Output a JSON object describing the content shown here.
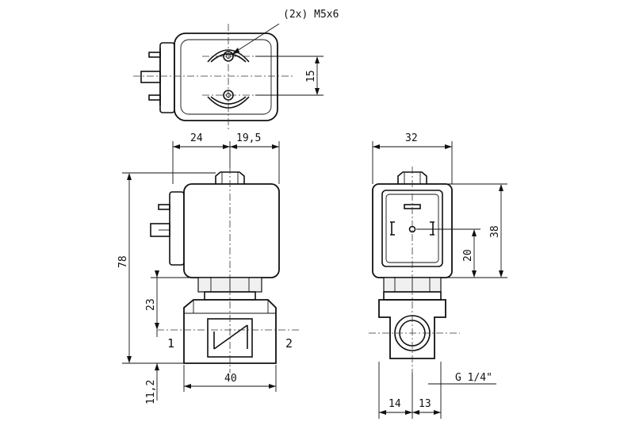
{
  "drawing": {
    "callouts": {
      "thread": "(2x) M5x6",
      "pipe_thread": "G 1/4\""
    },
    "ports": {
      "inlet": "1",
      "outlet": "2"
    },
    "dimensions": {
      "top_spacing": "15",
      "front_left_width": "24",
      "front_right_width": "19,5",
      "total_height": "78",
      "body_height": "23",
      "base_offset": "11,2",
      "body_width": "40",
      "side_width": "32",
      "side_height": "38",
      "side_connector_height": "20",
      "side_bottom_left": "14",
      "side_bottom_right": "13"
    }
  }
}
